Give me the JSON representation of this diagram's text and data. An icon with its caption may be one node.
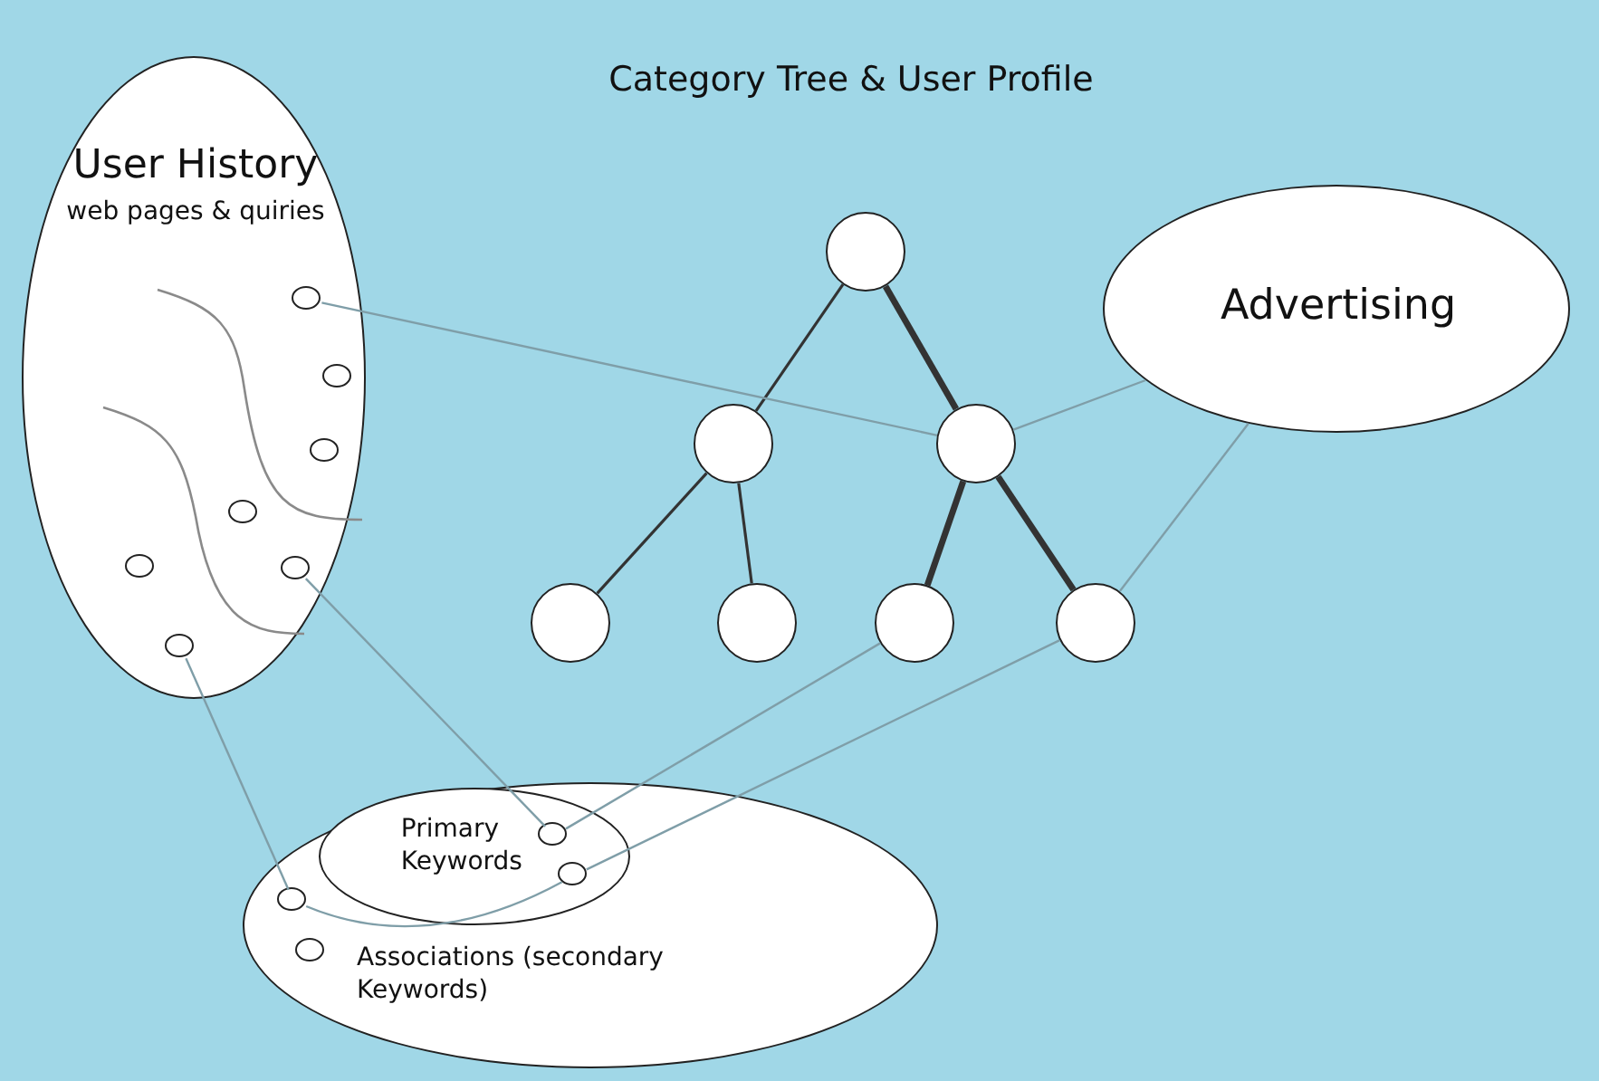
{
  "diagram": {
    "title": "Category Tree & User Profile",
    "nodes": [
      {
        "text": [
          "User History",
          "web pages & quiries"
        ]
      },
      {
        "text": [],
        "shape": "circle",
        "in": 0
      },
      {
        "text": [],
        "shape": "circle",
        "in": 0
      },
      {
        "text": [],
        "shape": "circle",
        "in": 0
      },
      {
        "text": [],
        "shape": "circle",
        "in": 0
      },
      {
        "text": [],
        "shape": "circle",
        "in": 0
      },
      {
        "text": [],
        "shape": "circle",
        "in": 0
      },
      {
        "text": [],
        "shape": "circle",
        "in": 0
      },
      {
        "text": [],
        "shape": "circle"
      },
      {
        "text": [],
        "shape": "circle"
      },
      {
        "text": [],
        "shape": "circle"
      },
      {
        "text": [],
        "shape": "circle"
      },
      {
        "text": [],
        "shape": "circle"
      },
      {
        "text": [],
        "shape": "circle"
      },
      {
        "text": [],
        "shape": "circle"
      },
      {
        "text": [
          "Advertising"
        ]
      },
      {
        "text": [
          "Associations (secondary Keywords)"
        ]
      },
      {
        "text": [
          "Primary Keywords"
        ],
        "in": 16
      },
      {
        "text": [],
        "shape": "circle",
        "in": 17
      },
      {
        "text": [],
        "shape": "circle",
        "in": 17
      },
      {
        "text": [],
        "shape": "circle",
        "in": 16
      },
      {
        "text": [],
        "shape": "circle",
        "in": 16
      }
    ],
    "edges": [
      {
        "from": 8,
        "to": 9,
        "arrow": "none",
        "color": "#333333"
      },
      {
        "from": 8,
        "to": 10,
        "arrow": "none",
        "style": "thick",
        "color": "#333333"
      },
      {
        "from": 9,
        "to": 11,
        "arrow": "none",
        "color": "#333333"
      },
      {
        "from": 9,
        "to": 12,
        "arrow": "none",
        "color": "#333333"
      },
      {
        "from": 10,
        "to": 13,
        "arrow": "none",
        "style": "thick",
        "color": "#333333"
      },
      {
        "from": 10,
        "to": 14,
        "arrow": "none",
        "style": "thick",
        "color": "#333333"
      },
      {
        "from": 1,
        "to": 10,
        "arrow": "none"
      },
      {
        "from": 15,
        "to": 10,
        "arrow": "none"
      },
      {
        "from": 15,
        "to": 14,
        "arrow": "none"
      },
      {
        "from": 6,
        "to": 18,
        "arrow": "none"
      },
      {
        "from": 7,
        "to": 20,
        "arrow": "none"
      },
      {
        "from": 13,
        "to": 18,
        "arrow": "none"
      },
      {
        "from": 14,
        "to": 19,
        "arrow": "none"
      },
      {
        "from": 19,
        "to": 20,
        "arrow": "none"
      }
    ]
  }
}
